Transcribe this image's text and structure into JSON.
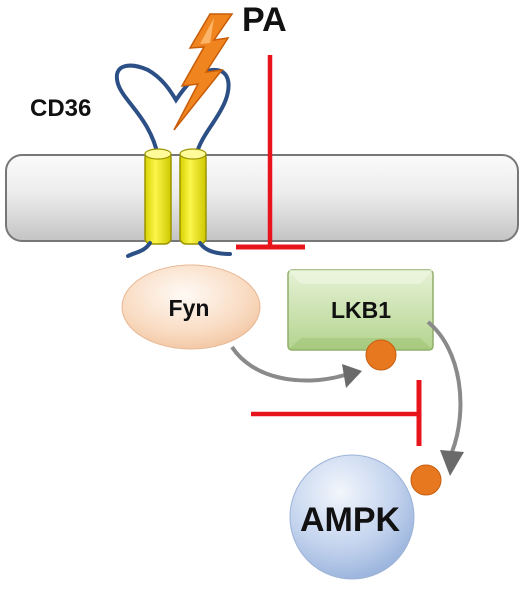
{
  "labels": {
    "ligand": "PA",
    "receptor": "CD36",
    "kinase_src": "Fyn",
    "kinase_upstream": "LKB1",
    "kinase_target": "AMPK"
  },
  "colors": {
    "inhibition": "#e8141c",
    "activation_arrow": "#808080",
    "phosphate": "#e87820",
    "membrane_top": "#f4f4f4",
    "membrane_bottom": "#c8c8c8",
    "helix": "#f2ec10",
    "receptor_loop": "#2c4f86",
    "fyn_fill": "#f6d2b4",
    "lkb1_fill": "#c4dea6",
    "ampk_fill": "#a8c0e4",
    "lightning": "#f0841e"
  },
  "icons": {
    "ligand_symbol": "lightning-bolt-icon",
    "phosphorylation_symbol": "phosphate-dot-icon"
  }
}
